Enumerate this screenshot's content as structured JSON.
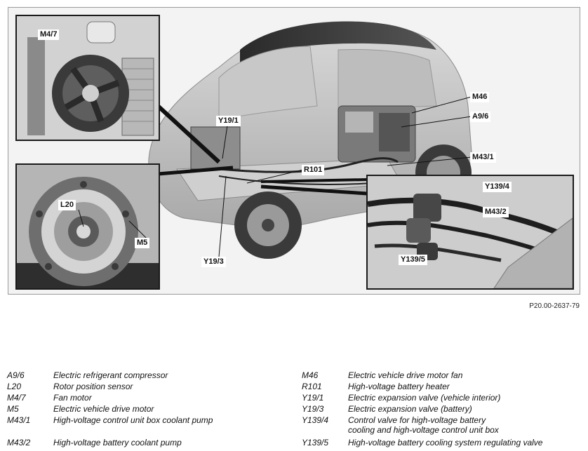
{
  "figure": {
    "reference": "P20.00-2637-79",
    "callouts": [
      {
        "code": "M4/7"
      },
      {
        "code": "Y19/1"
      },
      {
        "code": "M46"
      },
      {
        "code": "A9/6"
      },
      {
        "code": "M43/1"
      },
      {
        "code": "R101"
      },
      {
        "code": "L20"
      },
      {
        "code": "M5"
      },
      {
        "code": "Y19/3"
      },
      {
        "code": "Y139/4"
      },
      {
        "code": "M43/2"
      },
      {
        "code": "Y139/5"
      }
    ]
  },
  "legend": {
    "left": [
      {
        "code": "A9/6",
        "desc": "Electric refrigerant compressor"
      },
      {
        "code": "L20",
        "desc": "Rotor position sensor"
      },
      {
        "code": "M4/7",
        "desc": "Fan motor"
      },
      {
        "code": "M5",
        "desc": "Electric vehicle drive motor"
      },
      {
        "code": "M43/1",
        "desc": "High-voltage control unit box coolant pump"
      },
      {
        "code": "M43/2",
        "desc": "High-voltage battery coolant pump"
      }
    ],
    "right": [
      {
        "code": "M46",
        "desc": "Electric vehicle drive motor fan"
      },
      {
        "code": "R101",
        "desc": "High-voltage battery heater"
      },
      {
        "code": "Y19/1",
        "desc": "Electric expansion valve (vehicle interior)"
      },
      {
        "code": "Y19/3",
        "desc": "Electric expansion valve (battery)"
      },
      {
        "code": "Y139/4",
        "desc": "Control valve for high-voltage battery cooling and high-voltage control unit box"
      },
      {
        "code": "Y139/5",
        "desc": "High-voltage battery cooling system regulating valve"
      }
    ]
  }
}
